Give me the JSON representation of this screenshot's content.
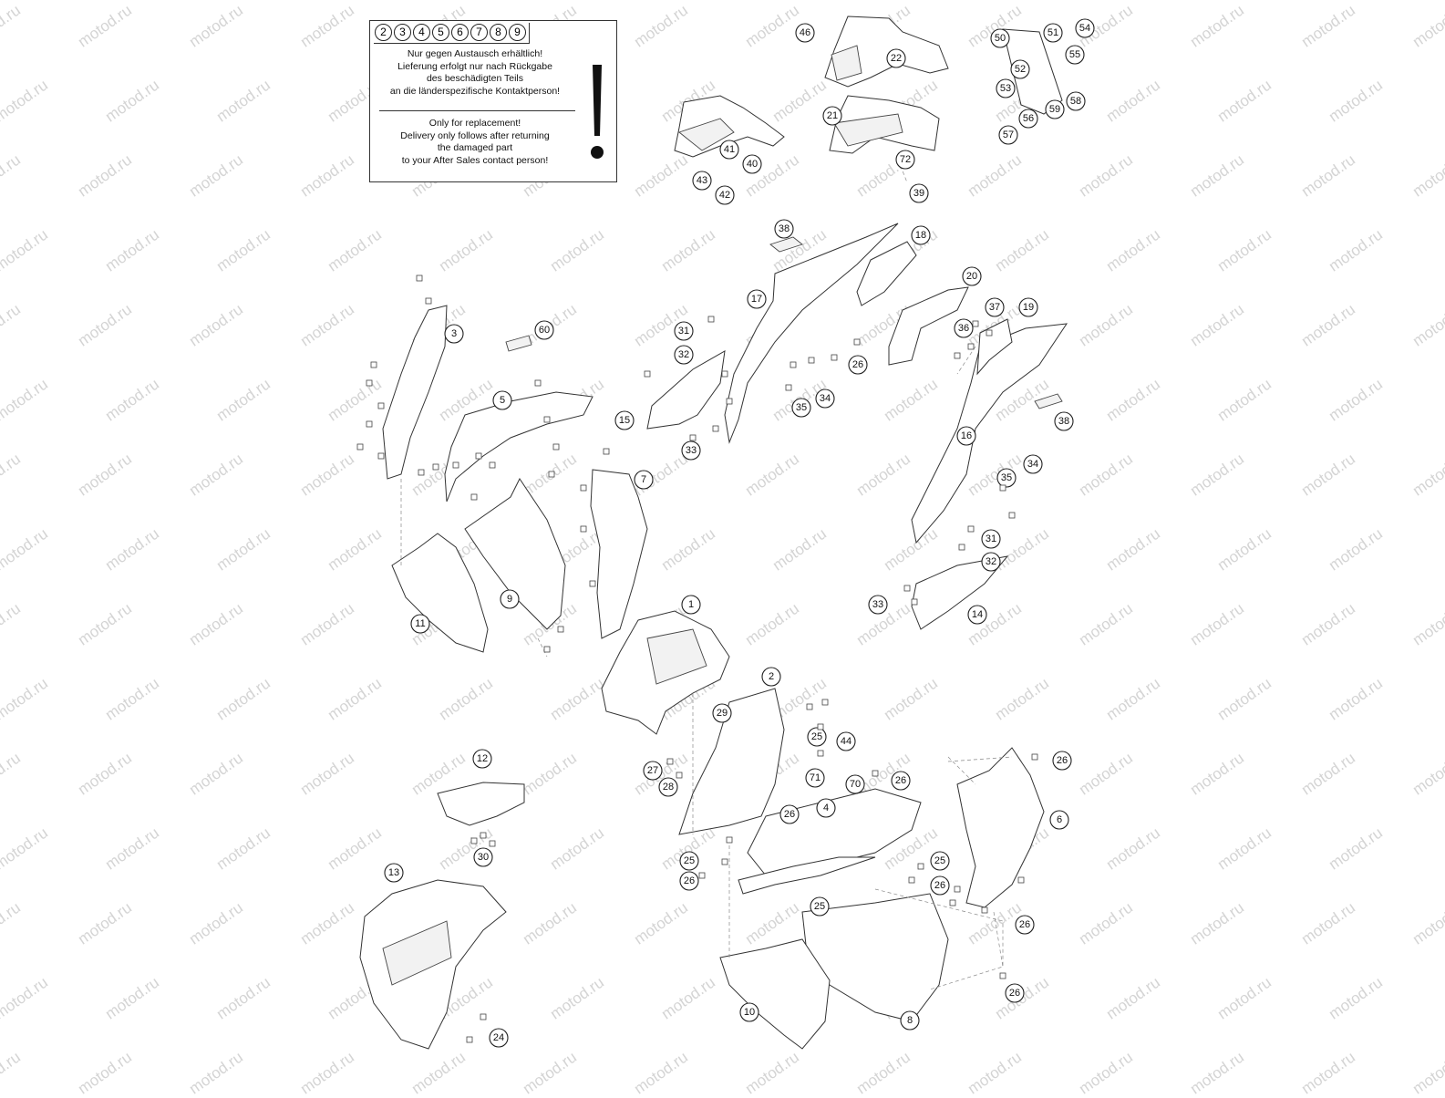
{
  "watermark": "motod.ru",
  "notice": {
    "numbers": [
      "2",
      "3",
      "4",
      "5",
      "6",
      "7",
      "8",
      "9"
    ],
    "german_lines": [
      "Nur gegen Austausch erhältlich!",
      "Lieferung erfolgt nur nach Rückgabe",
      "des beschädigten Teils",
      "an die länderspezifische Kontaktperson!"
    ],
    "english_lines": [
      "Only for replacement!",
      "Delivery only follows after returning",
      "the damaged part",
      "to your After Sales contact person!"
    ],
    "symbol": "!"
  },
  "callouts": [
    "1",
    "2",
    "3",
    "4",
    "5",
    "6",
    "7",
    "8",
    "9",
    "10",
    "11",
    "12",
    "13",
    "14",
    "15",
    "16",
    "17",
    "18",
    "19",
    "20",
    "21",
    "22",
    "24",
    "25",
    "26",
    "27",
    "28",
    "29",
    "30",
    "31",
    "32",
    "33",
    "34",
    "35",
    "36",
    "37",
    "38",
    "39",
    "40",
    "41",
    "42",
    "43",
    "44",
    "46",
    "50",
    "51",
    "52",
    "53",
    "54",
    "55",
    "56",
    "57",
    "58",
    "59",
    "60",
    "70",
    "71",
    "72"
  ]
}
